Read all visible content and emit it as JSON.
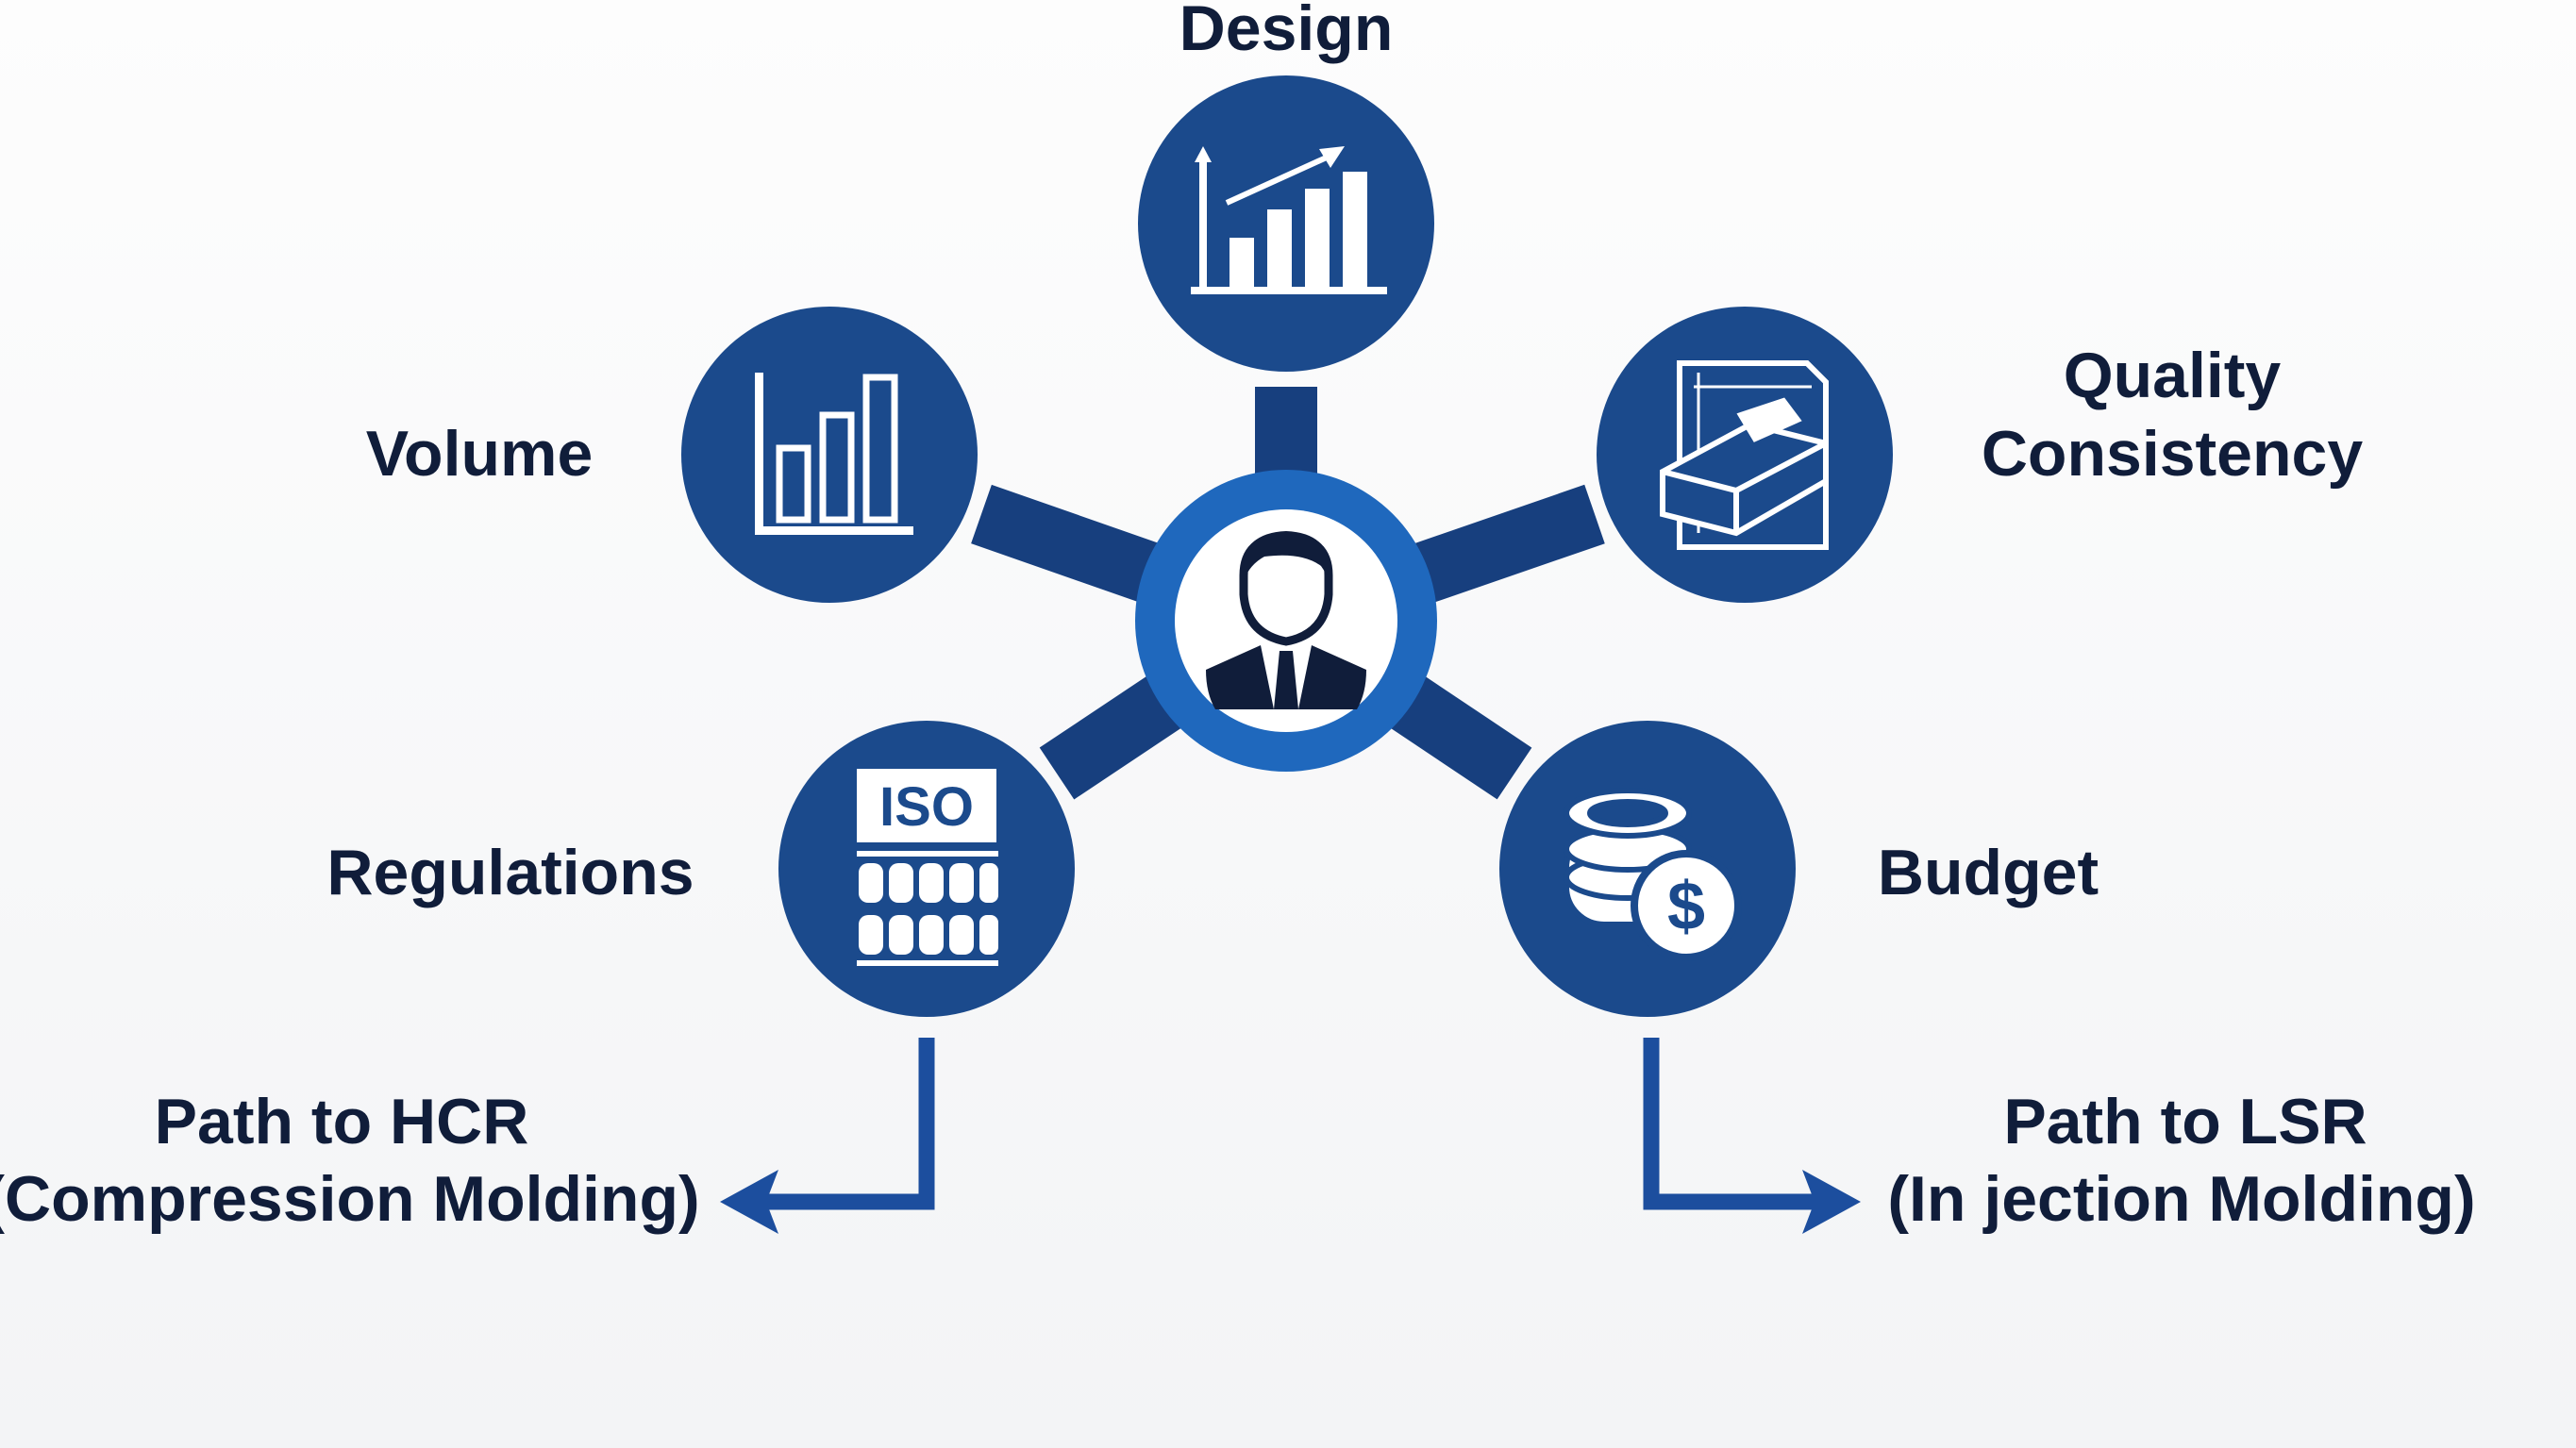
{
  "center": {
    "icon": "businessman-icon"
  },
  "nodes": [
    {
      "label": "Design",
      "icon": "rising-bar-chart-icon"
    },
    {
      "label": "Volume",
      "icon": "bar-chart-icon"
    },
    {
      "label_line1": "Quality",
      "label_line2": "Consistency",
      "icon": "blueprint-part-icon"
    },
    {
      "label": "Regulations",
      "icon": "iso-standard-icon"
    },
    {
      "label": "Budget",
      "icon": "coins-dollar-icon"
    }
  ],
  "paths": [
    {
      "line1": "Path to HCR",
      "line2": "(Compression Molding)",
      "direction": "left"
    },
    {
      "line1": "Path to LSR",
      "line2": "(In jection Molding)",
      "direction": "right"
    }
  ],
  "colors": {
    "node": "#1b4a8c",
    "spoke": "#173f7e",
    "ring": "#1f68bd",
    "arrow": "#1c4e9e",
    "text": "#101d3a"
  }
}
